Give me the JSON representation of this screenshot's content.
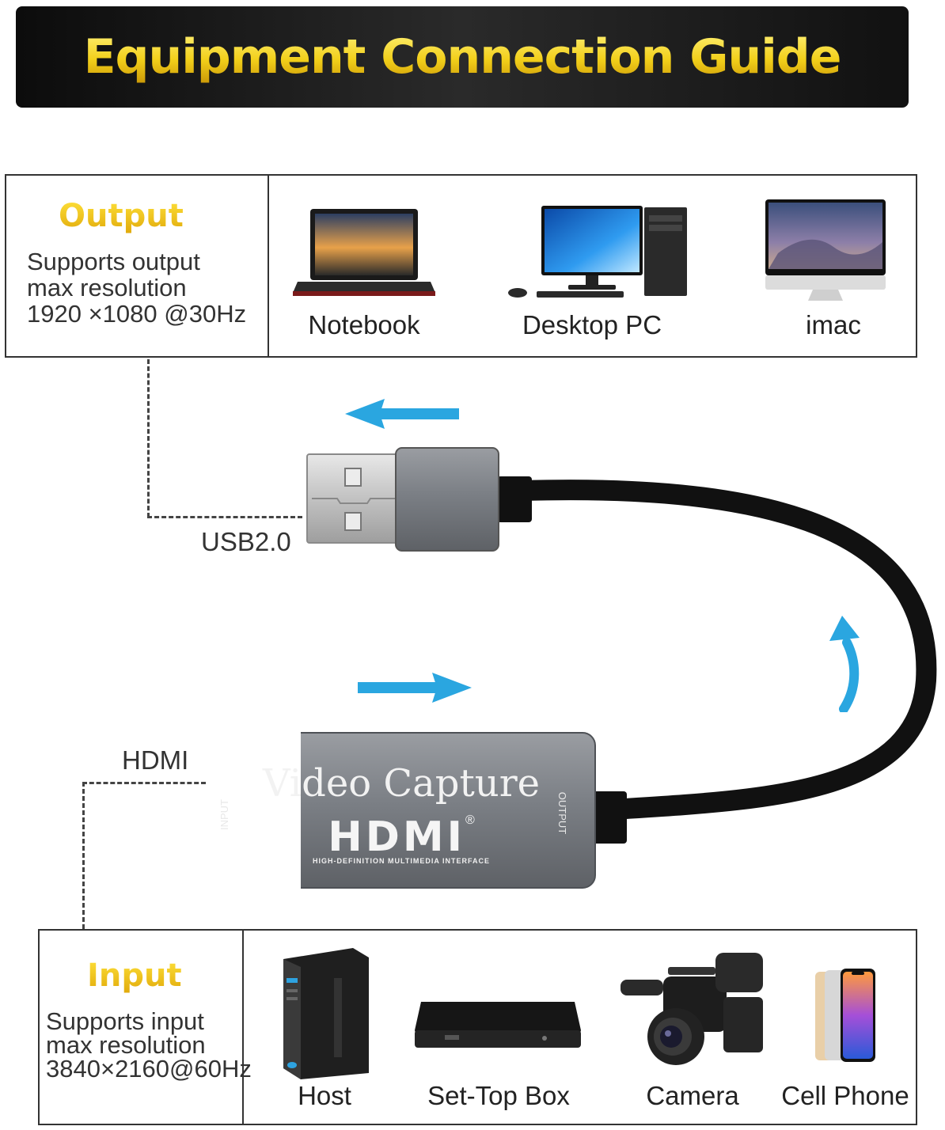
{
  "header": {
    "title": "Equipment Connection Guide"
  },
  "output": {
    "heading": "Output",
    "spec_lines": [
      "Supports output",
      "max resolution",
      "1920 ×1080 @30Hz"
    ],
    "devices": [
      "Notebook",
      "Desktop PC",
      "imac"
    ]
  },
  "input": {
    "heading": "Input",
    "spec_lines": [
      "Supports input",
      "max resolution",
      "3840×2160@60Hz"
    ],
    "devices": [
      "Host",
      "Set-Top Box",
      "Camera",
      "Cell Phone"
    ]
  },
  "connector_labels": {
    "usb": "USB2.0",
    "hdmi": "HDMI"
  },
  "device": {
    "brand_line": "Video Capture",
    "logo": "HDMI",
    "logo_mark": "®",
    "logo_sub": "HIGH-DEFINITION MULTIMEDIA INTERFACE",
    "port_input": "INPUT",
    "port_output": "OUTPUT"
  },
  "colors": {
    "accent_arrow": "#2aa6e0",
    "gold": "#f2c81a",
    "banner": "#111111",
    "device_body": "#7b7f85"
  }
}
